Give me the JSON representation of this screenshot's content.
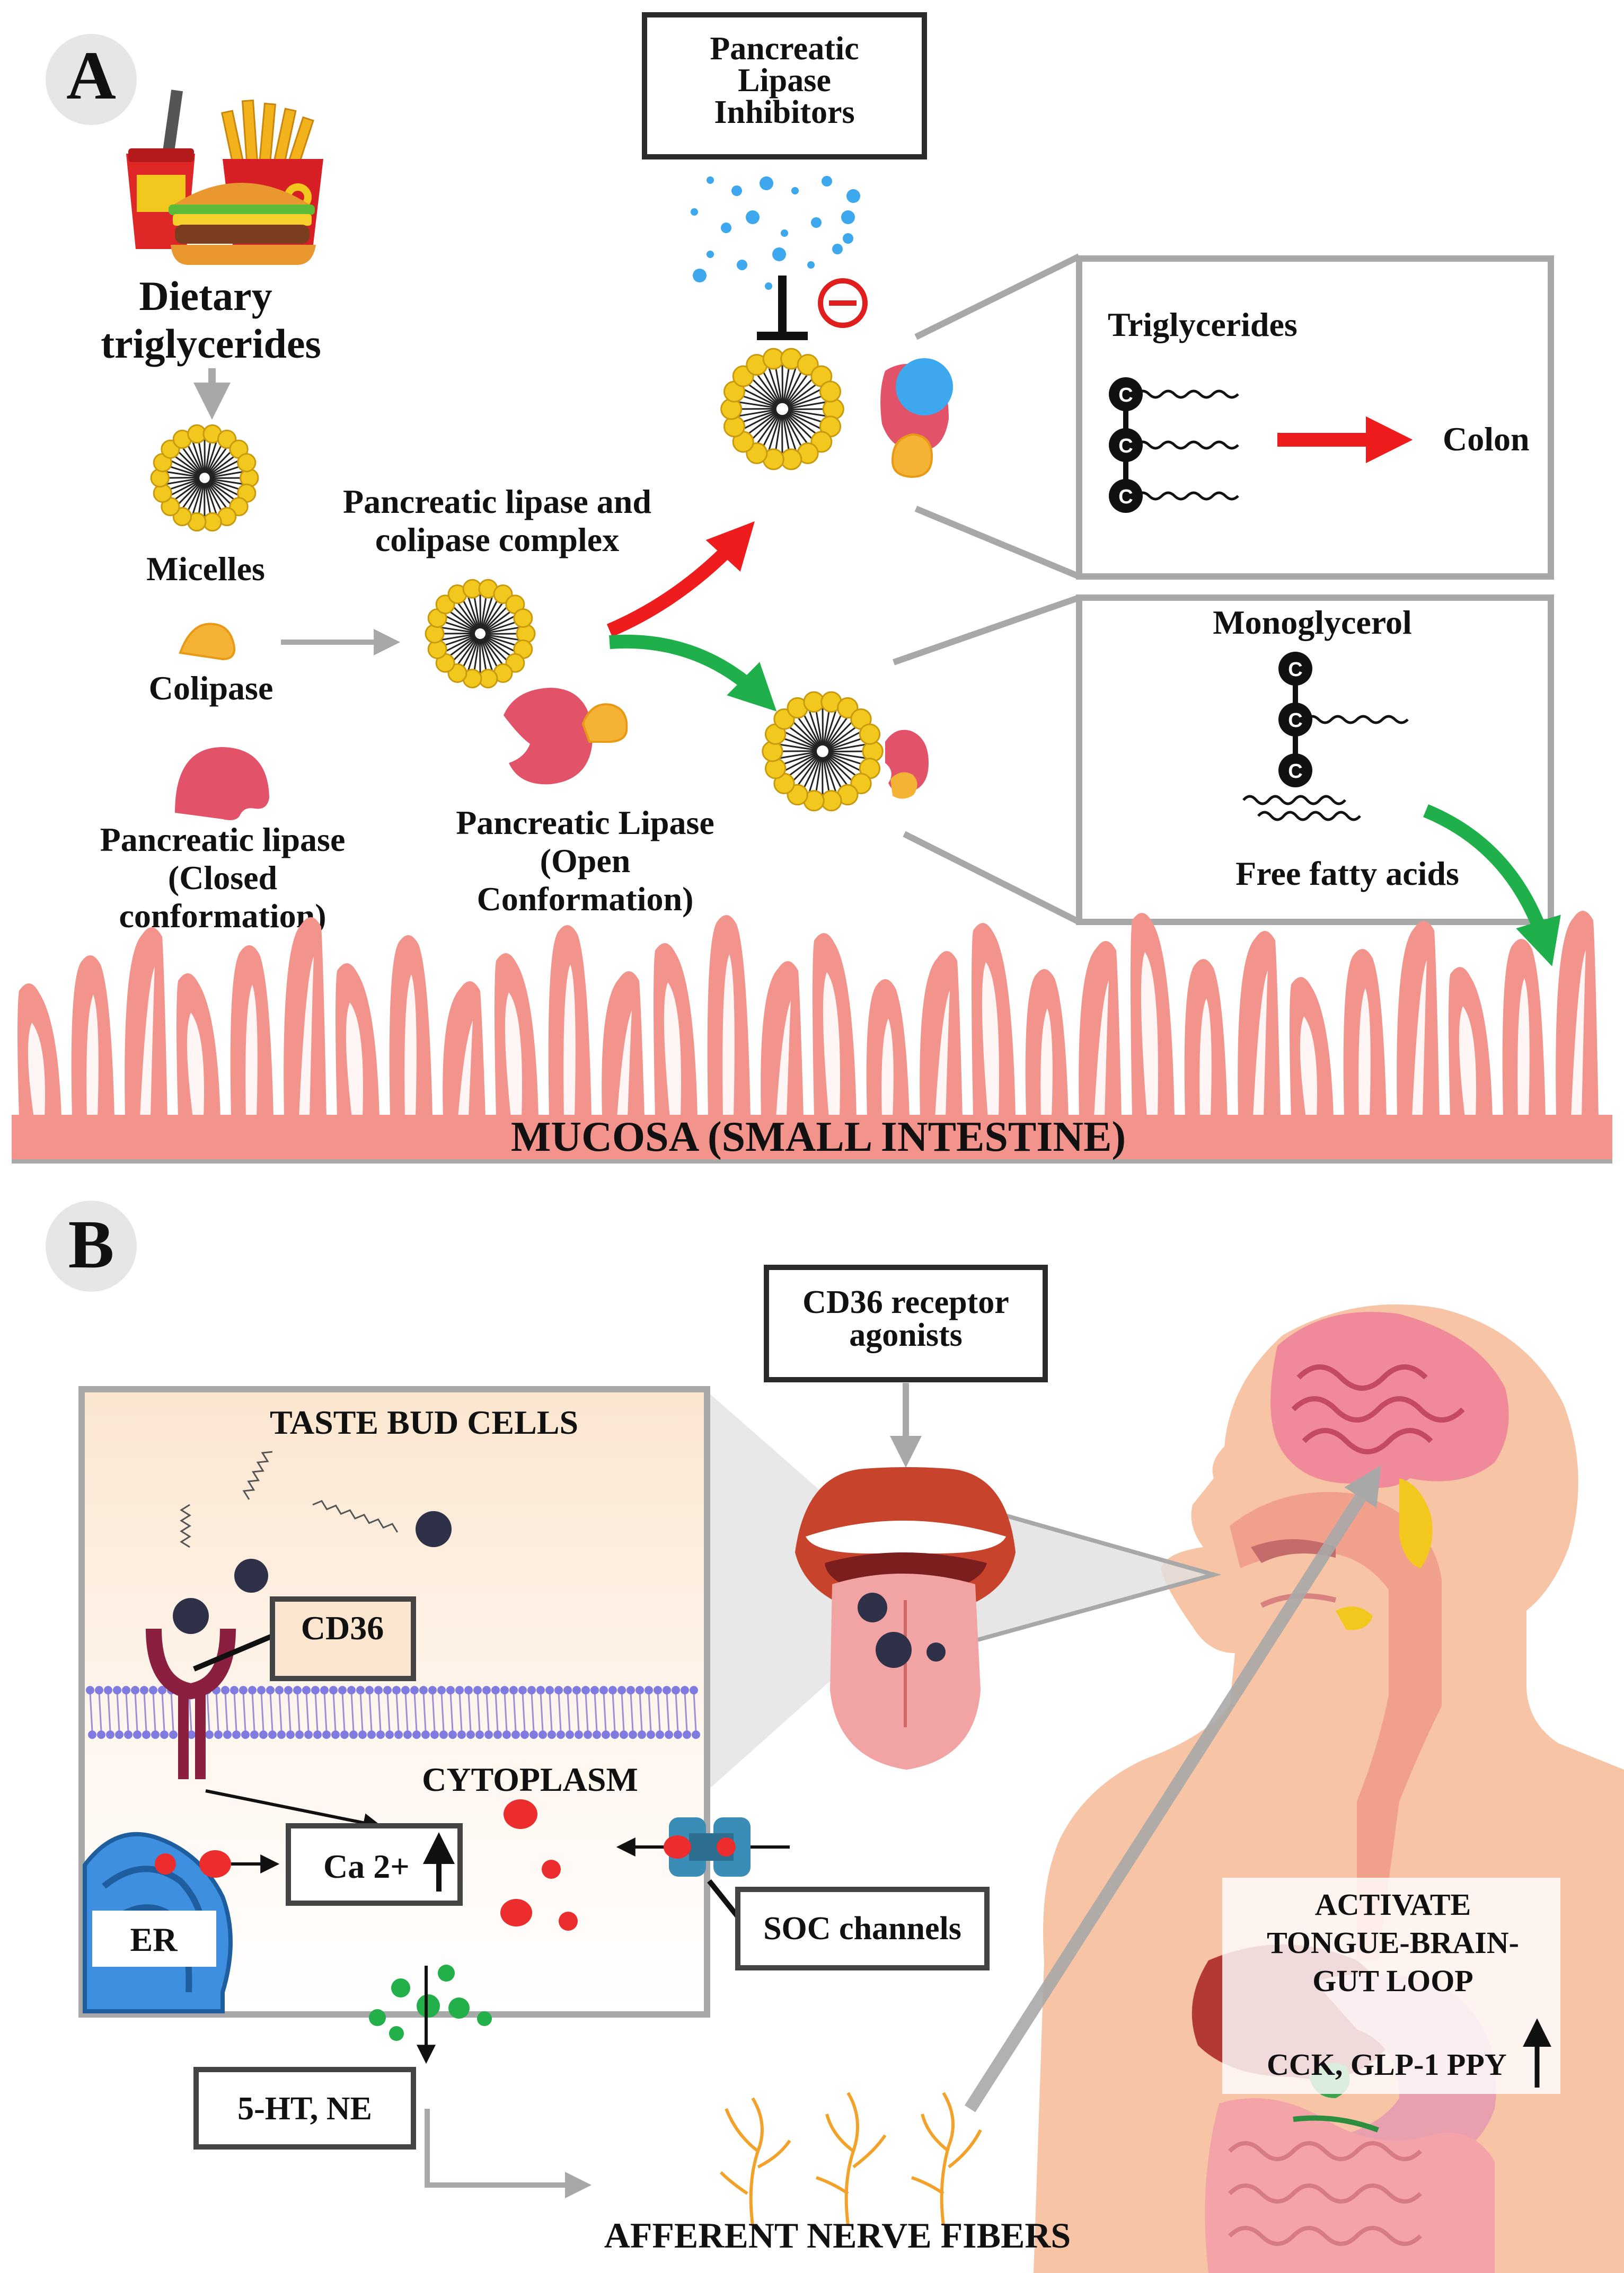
{
  "panel_a": {
    "letter": "A",
    "inhibitor_box": {
      "line1": "Pancreatic",
      "line2": "Lipase",
      "line3": "Inhibitors"
    },
    "dietary": {
      "line1": "Dietary",
      "line2": "triglycerides"
    },
    "micelles": "Micelles",
    "colipase": "Colipase",
    "lipase_closed": {
      "line1": "Pancreatic lipase",
      "line2": "(Closed",
      "line3": "conformation)"
    },
    "complex": {
      "line1": "Pancreatic lipase and",
      "line2": "colipase complex"
    },
    "lipase_open": {
      "line1": "Pancreatic Lipase",
      "line2": "(Open",
      "line3": "Conformation)"
    },
    "tg_box": {
      "title": "Triglycerides",
      "carbon": "C",
      "dest": "Colon"
    },
    "mg_box": {
      "title": "Monoglycerol",
      "carbon": "C",
      "ffa": "Free fatty acids"
    },
    "mucosa": "MUCOSA (SMALL INTESTINE)"
  },
  "panel_b": {
    "letter": "B",
    "agonist_box": {
      "line1": "CD36 receptor",
      "line2": "agonists"
    },
    "taste_title": "TASTE BUD CELLS",
    "cd36": "CD36",
    "cytoplasm": "CYTOPLASM",
    "calcium": "Ca 2+",
    "er": "ER",
    "soc": "SOC channels",
    "transmitters": "5-HT, NE",
    "afferent": "AFFERENT NERVE FIBERS",
    "loop": {
      "line1": "ACTIVATE",
      "line2": "TONGUE-BRAIN-",
      "line3": "GUT LOOP"
    },
    "hormones": "CCK, GLP-1 PPY"
  },
  "colors": {
    "micelle_head": "#F2C81E",
    "lipase": "#E2536A",
    "colipase": "#F5B335",
    "mucosa": "#F3948C",
    "red_arrow": "#EE1C1C",
    "green_arrow": "#20B04B",
    "gray_arrow": "#A8A8A8",
    "membrane_head": "#7F7BE0",
    "receptor": "#8A1F3F",
    "er": "#3F8FE0",
    "skin": "#F7C4A6"
  }
}
